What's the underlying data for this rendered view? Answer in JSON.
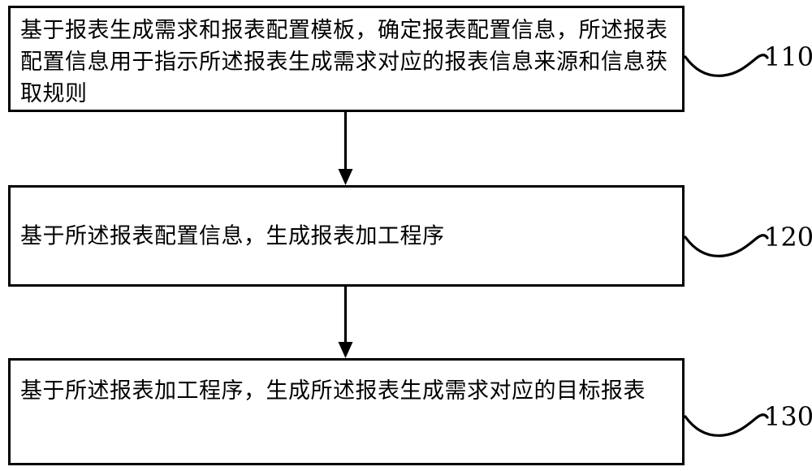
{
  "figure": {
    "type": "flowchart",
    "orientation": "vertical",
    "background_color": "#ffffff",
    "stroke_color": "#000000"
  },
  "steps": [
    {
      "id": "step-110",
      "number": "110",
      "text": "基于报表生成需求和报表配置模板，确定报表配置信息，所述报表配置信息用于指示所述报表生成需求对应的报表信息来源和信息获取规则"
    },
    {
      "id": "step-120",
      "number": "120",
      "text": "基于所述报表配置信息，生成报表加工程序"
    },
    {
      "id": "step-130",
      "number": "130",
      "text": "基于所述报表加工程序，生成所述报表生成需求对应的目标报表"
    }
  ],
  "connectors": [
    {
      "id": "connector-110-120",
      "from": "step-110",
      "to": "step-120",
      "arrowhead": "solid-triangle"
    },
    {
      "id": "connector-120-130",
      "from": "step-120",
      "to": "step-130",
      "arrowhead": "solid-triangle"
    }
  ]
}
